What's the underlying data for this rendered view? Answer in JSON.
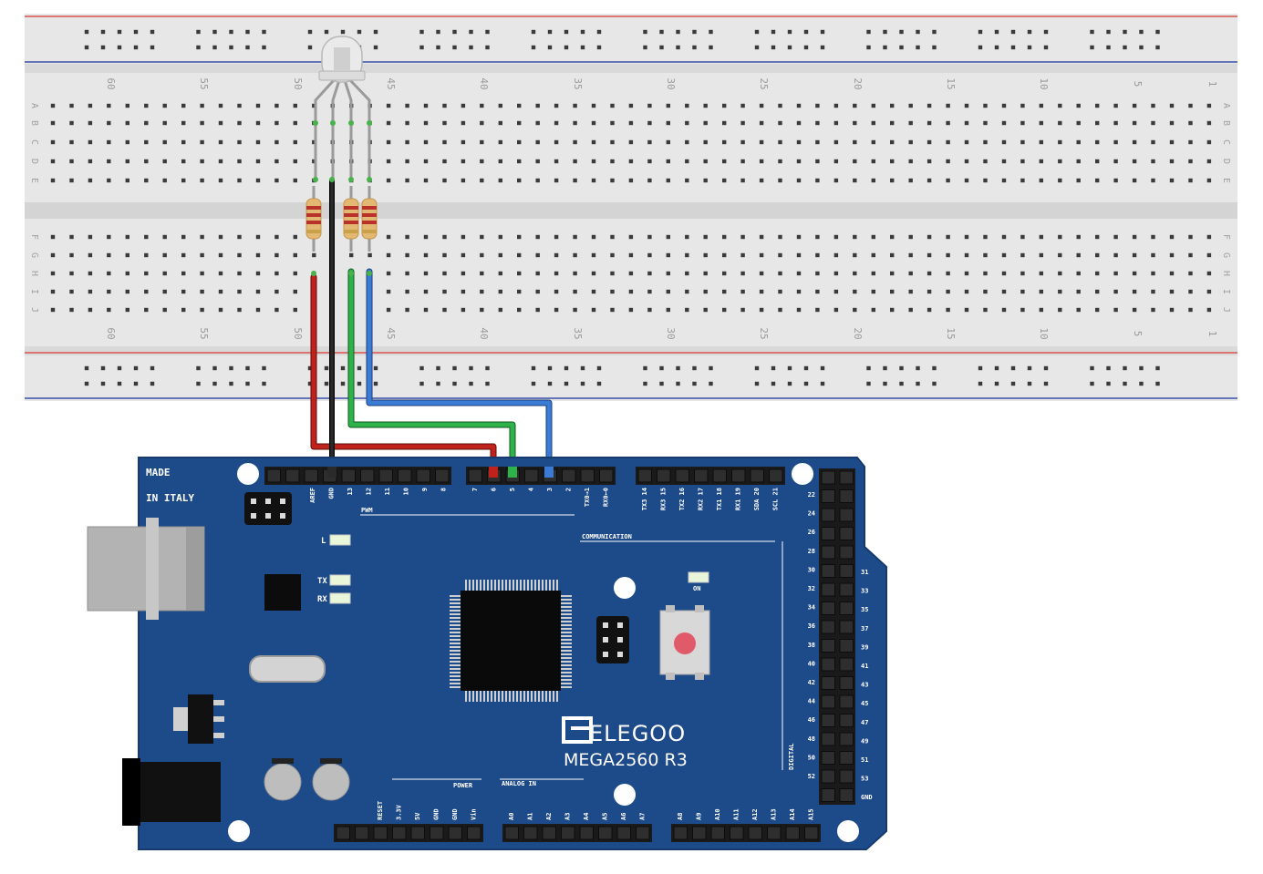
{
  "colors": {
    "board": "#1d4a88",
    "board_edge": "#163a6e",
    "breadboard": "#e6e6e6",
    "rail_red": "#d9534f",
    "rail_blue": "#3c4fa8",
    "wire_red": "#c0211a",
    "wire_green": "#2db34a",
    "wire_blue": "#3a7bd5",
    "wire_black": "#1a1a1a"
  },
  "breadboard": {
    "column_numbers": [
      "60",
      "55",
      "50",
      "45",
      "40",
      "35",
      "30",
      "25",
      "20",
      "15",
      "10",
      "5",
      "1"
    ],
    "rows_top": [
      "A",
      "B",
      "C",
      "D",
      "E"
    ],
    "rows_bottom": [
      "F",
      "G",
      "H",
      "I",
      "J"
    ]
  },
  "board": {
    "brand": "ELEGOO",
    "model": "MEGA2560  R3",
    "made_line1": "MADE",
    "made_line2": "IN ITALY",
    "labels": {
      "pwm": "PWM",
      "communication": "COMMUNICATION",
      "power": "POWER",
      "analog_in": "ANALOG   IN",
      "digital": "DIGITAL",
      "led_l": "L",
      "led_tx": "TX",
      "led_rx": "RX",
      "led_on": "ON"
    },
    "top_pins_left": [
      "AREF",
      "GND",
      "13",
      "12",
      "11",
      "10",
      "9",
      "8"
    ],
    "top_pins_mid": [
      "7",
      "6",
      "5",
      "4",
      "3",
      "2",
      "TX0→1",
      "RX0←0"
    ],
    "top_pins_comm": [
      "TX3 14",
      "RX3 15",
      "TX2 16",
      "RX2 17",
      "TX1 18",
      "RX1 19",
      "SDA 20",
      "SCL 21"
    ],
    "power_pins": [
      "RESET",
      "3.3V",
      "5V",
      "GND",
      "GND",
      "Vin"
    ],
    "analog_pins_a": [
      "A0",
      "A1",
      "A2",
      "A3",
      "A4",
      "A5",
      "A6",
      "A7"
    ],
    "analog_pins_b": [
      "A8",
      "A9",
      "A10",
      "A11",
      "A12",
      "A13",
      "A14",
      "A15"
    ],
    "digital_left": [
      "22",
      "24",
      "26",
      "28",
      "30",
      "32",
      "34",
      "36",
      "38",
      "40",
      "42",
      "44",
      "46",
      "48",
      "50",
      "52"
    ],
    "digital_right": [
      "31",
      "33",
      "35",
      "37",
      "39",
      "41",
      "43",
      "45",
      "47",
      "49",
      "51",
      "53",
      "GND"
    ]
  }
}
